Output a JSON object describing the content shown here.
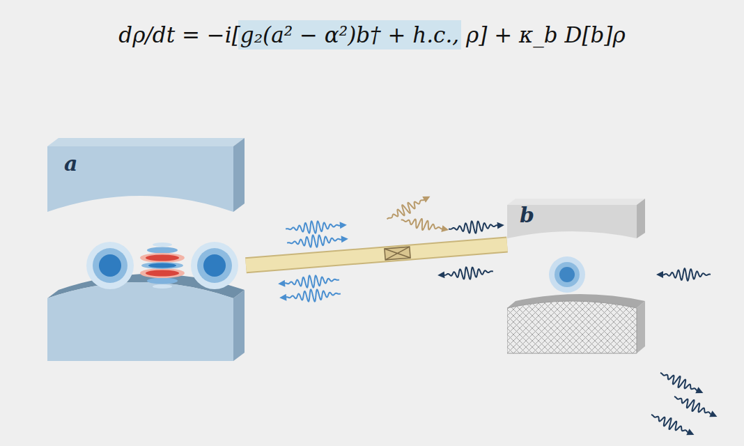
{
  "diagram": {
    "title": "dρ/dt = −i[g₂(a² − α²)b† + h.c., ρ] + κ_b D[b]ρ",
    "nodes": [
      {
        "text": [
          "a"
        ]
      },
      {
        "text": [
          "b"
        ]
      }
    ],
    "edges": [
      {
        "from": 0,
        "to": 1,
        "arrow": "none"
      }
    ]
  }
}
